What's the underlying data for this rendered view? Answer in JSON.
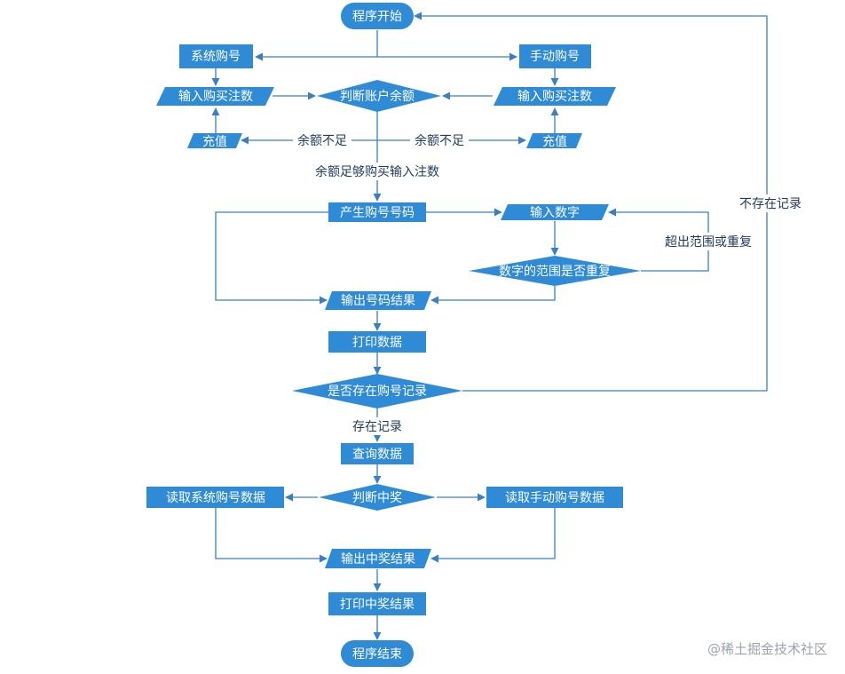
{
  "nodes": {
    "start": "程序开始",
    "system_buy": "系统购号",
    "manual_buy": "手动购号",
    "input_bets_left": "输入购买注数",
    "check_balance": "判断账户余额",
    "input_bets_right": "输入购买注数",
    "recharge_left": "充值",
    "recharge_right": "充值",
    "generate_numbers": "产生购号号码",
    "input_numbers": "输入数字",
    "check_range_repeat": "数字的范围是否重复",
    "output_numbers": "输出号码结果",
    "print_data": "打印数据",
    "has_record": "是否存在购号记录",
    "query_data": "查询数据",
    "read_system": "读取系统购号数据",
    "check_win": "判断中奖",
    "read_manual": "读取手动购号数据",
    "output_win": "输出中奖结果",
    "print_win": "打印中奖结果",
    "end": "程序结束"
  },
  "edge_labels": {
    "insufficient_left": "余额不足",
    "insufficient_right": "余额不足",
    "sufficient": "余额足够购买输入注数",
    "out_of_range": "超出范围或重复",
    "no_record": "不存在记录",
    "has_record": "存在记录"
  },
  "watermark": "@稀土掘金技术社区",
  "colors": {
    "node_fill": "#2f8bd6",
    "line": "#3a7fc1",
    "text": "#ffffff"
  }
}
